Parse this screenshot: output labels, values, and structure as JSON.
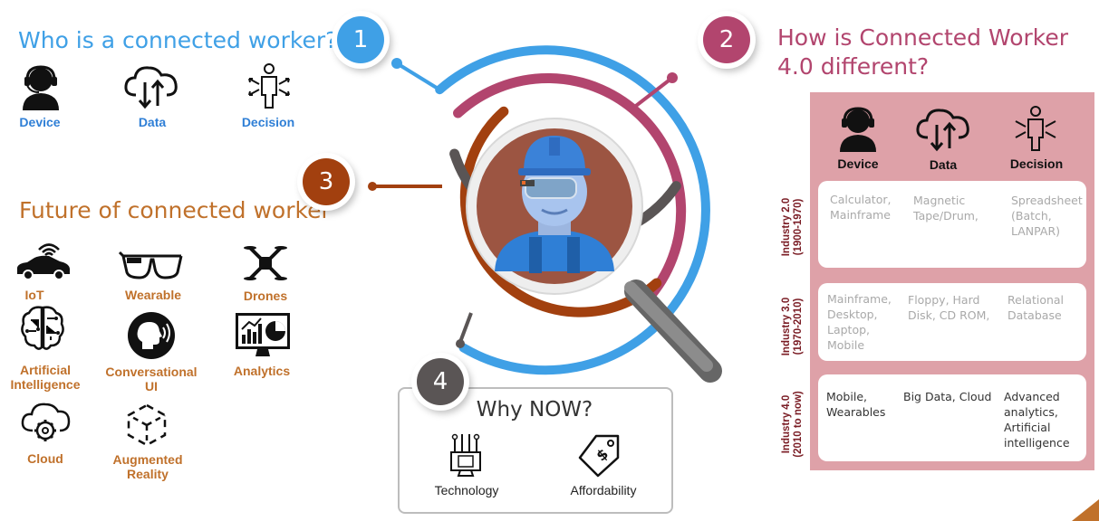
{
  "section1": {
    "number": "1",
    "title": "Who is a connected worker?",
    "items": [
      {
        "label": "Device",
        "icon": "headset-person-icon"
      },
      {
        "label": "Data",
        "icon": "cloud-transfer-icon"
      },
      {
        "label": "Decision",
        "icon": "person-decision-icon"
      }
    ]
  },
  "section2": {
    "number": "2",
    "title": "How is Connected Worker 4.0 different?",
    "columns": [
      "Device",
      "Data",
      "Decision"
    ],
    "rows": [
      {
        "era": [
          "Industry 2.0",
          "(1900-1970)"
        ],
        "cells": [
          "Calculator, Mainframe",
          "Magnetic Tape/Drum,",
          "Spreadsheet (Batch, LANPAR)"
        ],
        "faded": true
      },
      {
        "era": [
          "Industry 3.0",
          "(1970-2010)"
        ],
        "cells": [
          "Mainframe, Desktop, Laptop, Mobile",
          "Floppy, Hard Disk, CD ROM,",
          "Relational Database"
        ],
        "faded": true
      },
      {
        "era": [
          "Industry 4.0",
          "(2010 to now)"
        ],
        "cells": [
          "Mobile, Wearables",
          "Big Data, Cloud",
          "Advanced analytics, Artificial intelligence"
        ],
        "faded": false
      }
    ]
  },
  "section3": {
    "number": "3",
    "title": "Future of connected worker",
    "items": [
      {
        "label": "IoT",
        "icon": "connected-car-icon"
      },
      {
        "label": "Wearable",
        "icon": "smart-glasses-icon"
      },
      {
        "label": "Drones",
        "icon": "drone-icon"
      },
      {
        "label": "Artificial Intelligence",
        "icon": "brain-circuit-icon"
      },
      {
        "label": "Conversational UI",
        "icon": "speaking-head-icon"
      },
      {
        "label": "Analytics",
        "icon": "analytics-monitor-icon"
      },
      {
        "label": "Cloud",
        "icon": "cloud-gear-icon"
      },
      {
        "label": "Augmented Reality",
        "icon": "ar-cube-icon"
      }
    ]
  },
  "section4": {
    "number": "4",
    "title": "Why NOW?",
    "items": [
      {
        "label": "Technology",
        "icon": "technology-chip-icon"
      },
      {
        "label": "Affordability",
        "icon": "price-tag-icon"
      }
    ]
  },
  "colors": {
    "blue": "#3fa0e6",
    "pink": "#b2456e",
    "rust": "#a2400f",
    "grey": "#5a5555",
    "orange": "#c0712b",
    "panel": "#dea1a8"
  }
}
